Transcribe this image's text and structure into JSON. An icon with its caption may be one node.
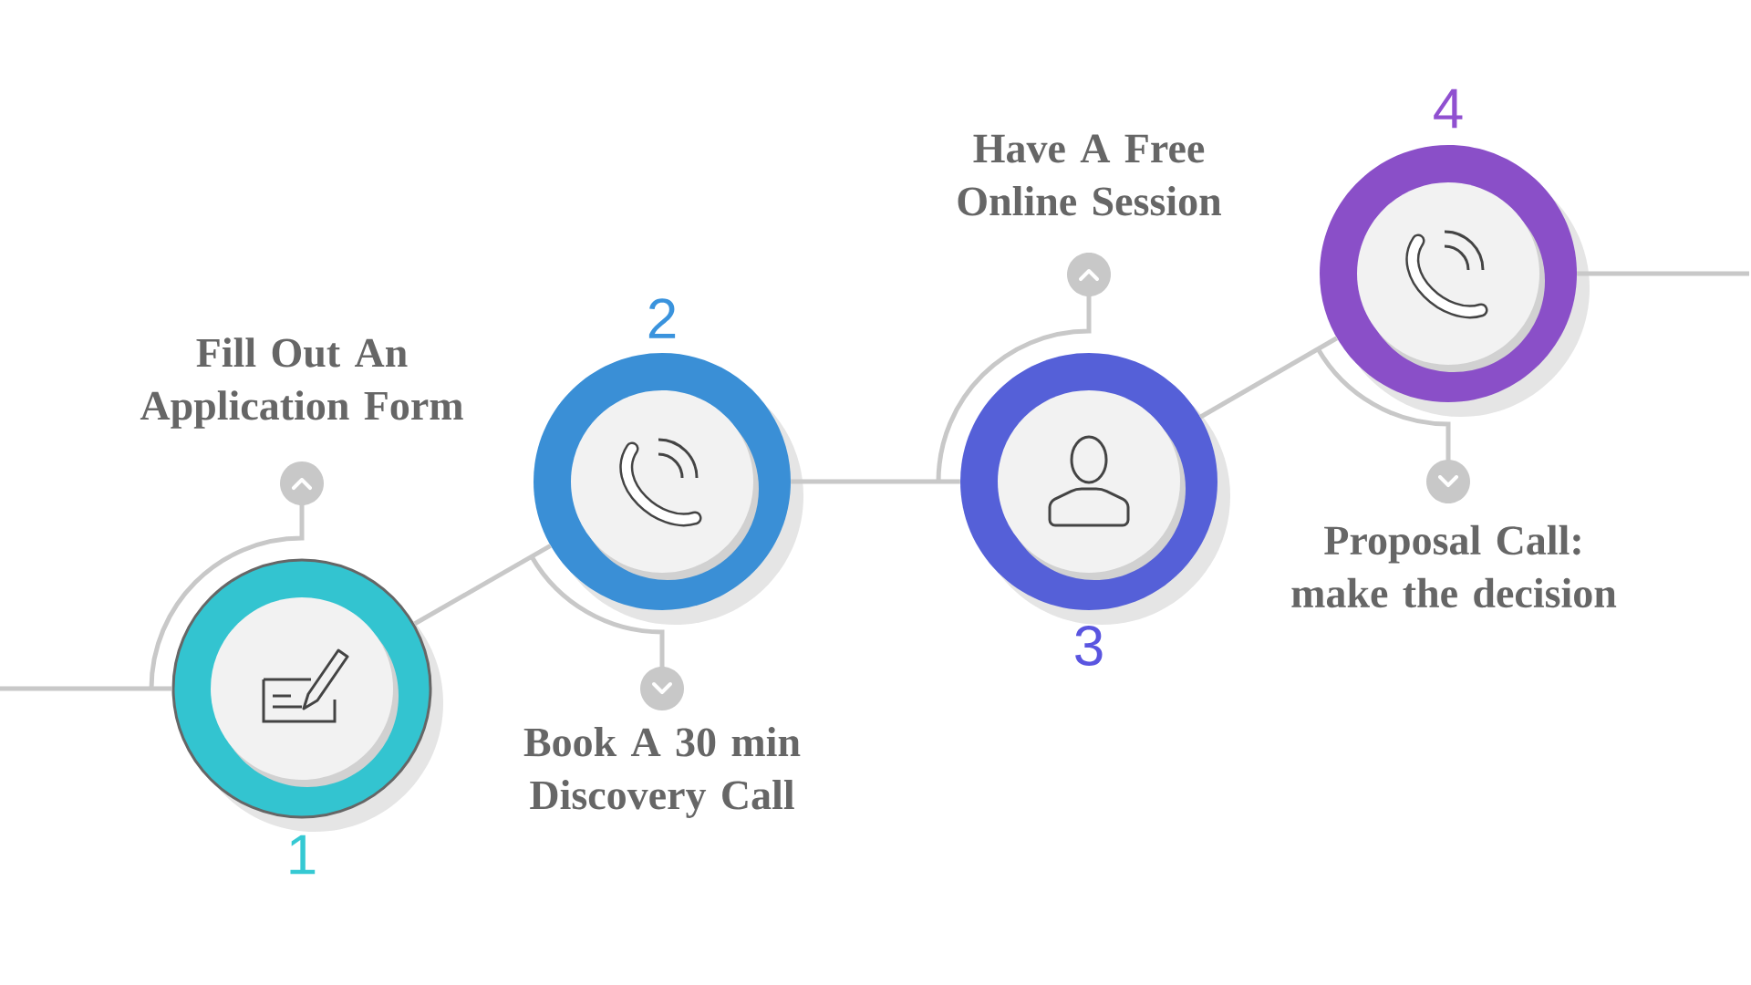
{
  "diagram": {
    "nodes": [
      {
        "text": [],
        "shape": "circle",
        "beside": [
          "1"
        ]
      },
      {
        "text": [],
        "shape": "circle",
        "beside": [
          "2"
        ]
      },
      {
        "text": [],
        "shape": "circle",
        "beside": [
          "3"
        ]
      },
      {
        "text": [],
        "shape": "circle",
        "beside": [
          "4"
        ]
      },
      {
        "text": [
          "Fill Out An Application Form"
        ]
      },
      {
        "text": [
          "Book A 30 min Discovery Call"
        ]
      },
      {
        "text": [
          "Have A Free Online Session"
        ]
      },
      {
        "text": [
          "Proposal Call: make the decision"
        ]
      }
    ],
    "edges": [
      {
        "from": null,
        "to": 0,
        "arrow": "none"
      },
      {
        "from": 0,
        "to": 1,
        "arrow": "none"
      },
      {
        "from": 1,
        "to": 2,
        "arrow": "none"
      },
      {
        "from": 2,
        "to": 3,
        "arrow": "none"
      },
      {
        "from": 3,
        "to": null,
        "arrow": "none"
      },
      {
        "from": 0,
        "to": 4,
        "arrow": "to"
      },
      {
        "from": 1,
        "to": 5,
        "arrow": "to"
      },
      {
        "from": 2,
        "to": 6,
        "arrow": "to"
      },
      {
        "from": 3,
        "to": 7,
        "arrow": "to"
      }
    ]
  }
}
